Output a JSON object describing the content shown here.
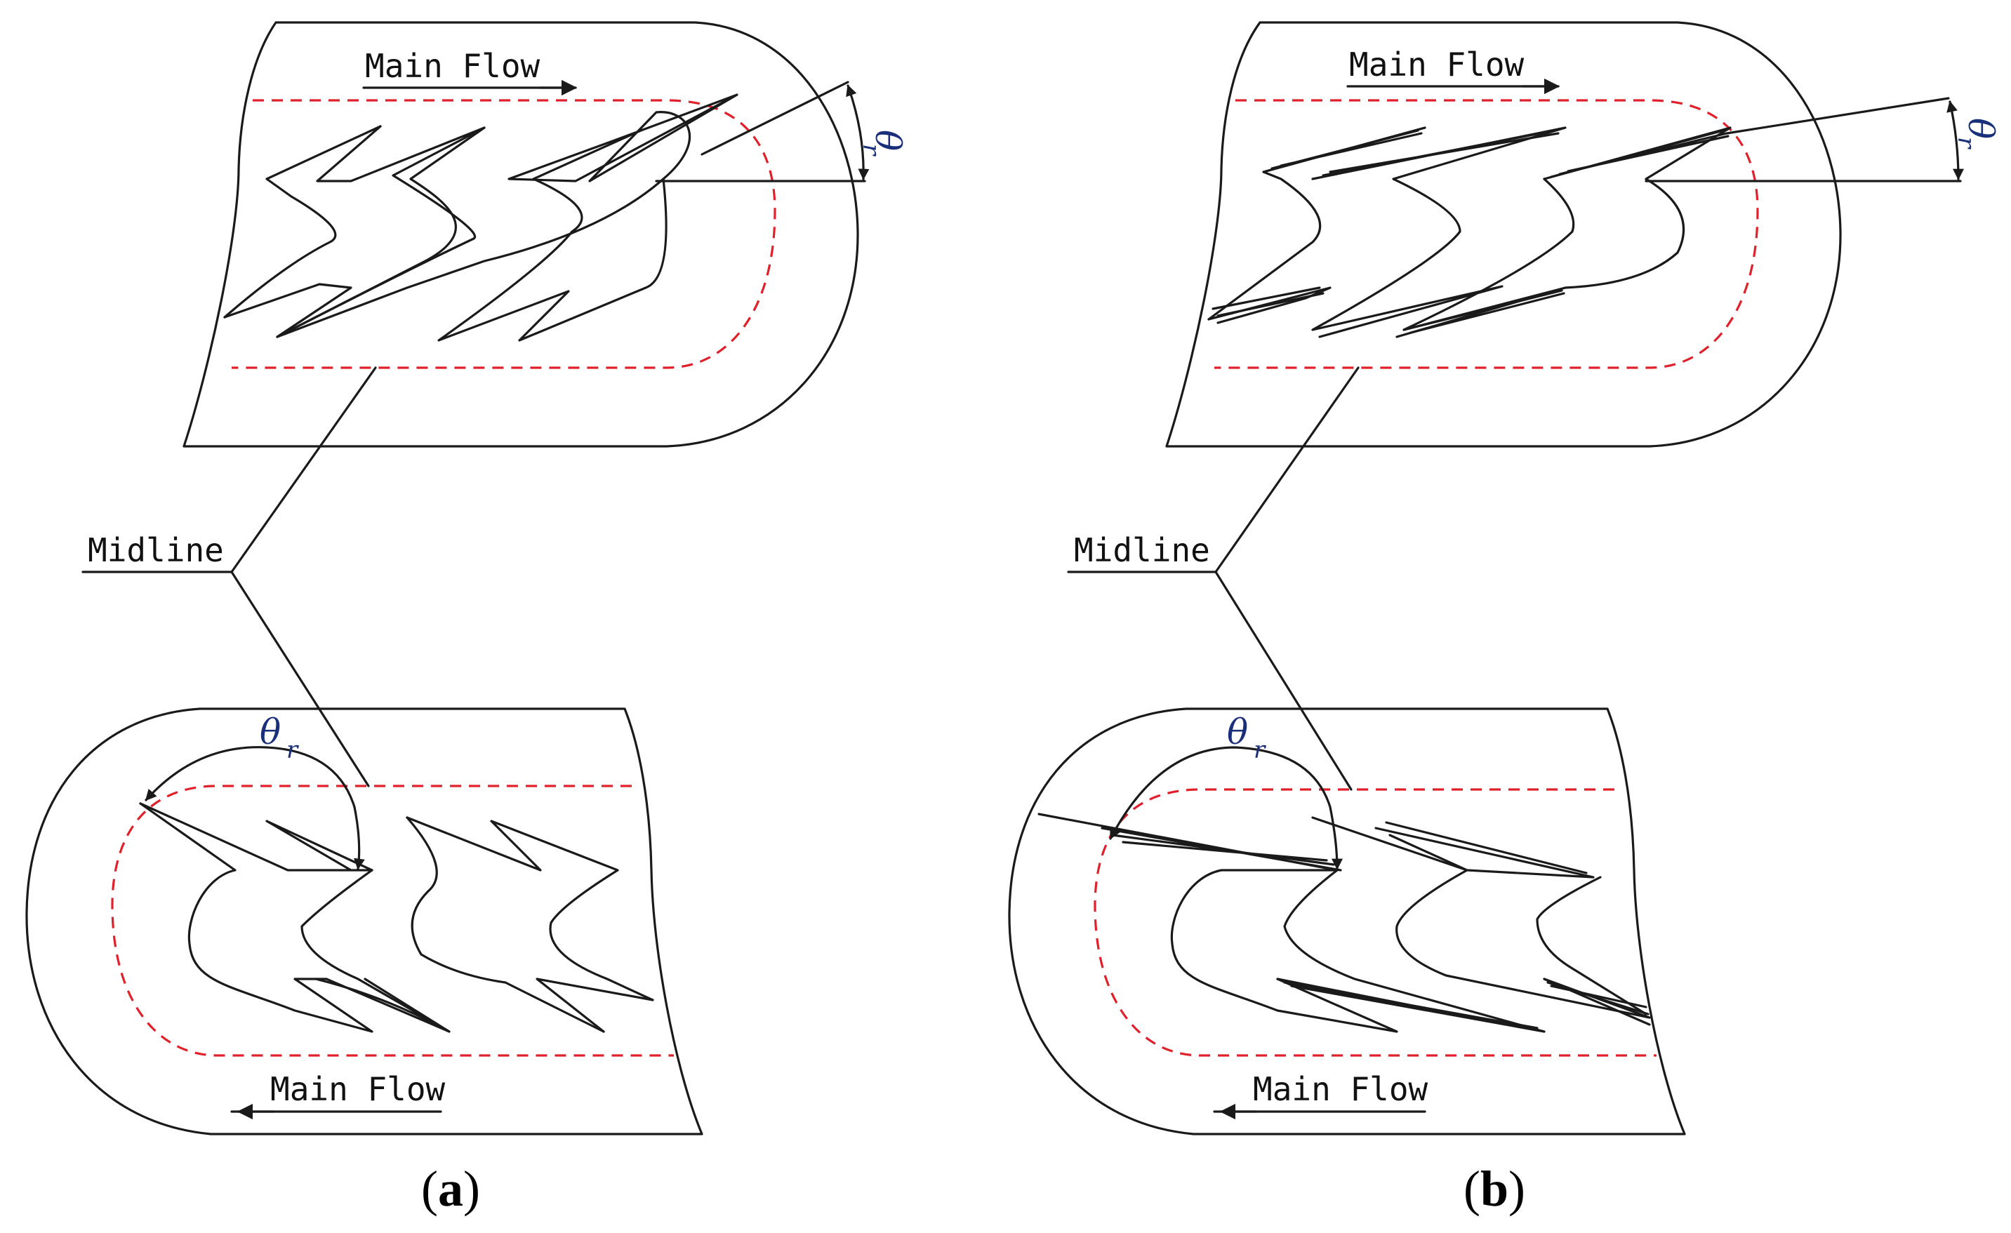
{
  "labels": {
    "main_flow": "Main Flow",
    "midline": "Midline",
    "theta": "θ",
    "theta_sub": "r"
  },
  "captions": {
    "a_open": "(",
    "a_letter": "a",
    "a_close": ")",
    "b_open": "(",
    "b_letter": "b",
    "b_close": ")"
  },
  "colors": {
    "outline": "#1a1a1a",
    "midline": "#e0202a",
    "angle_text": "#1a2f7a"
  }
}
